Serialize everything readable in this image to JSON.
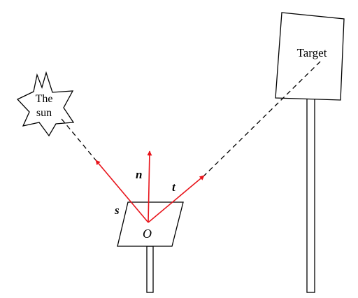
{
  "colors": {
    "vector": "#e8141b",
    "line": "#000000",
    "background": "#ffffff"
  },
  "labels": {
    "sun_line1": "The",
    "sun_line2": "sun",
    "target": "Target",
    "vector_n": "n",
    "vector_t": "t",
    "vector_s": "s",
    "origin": "O"
  }
}
